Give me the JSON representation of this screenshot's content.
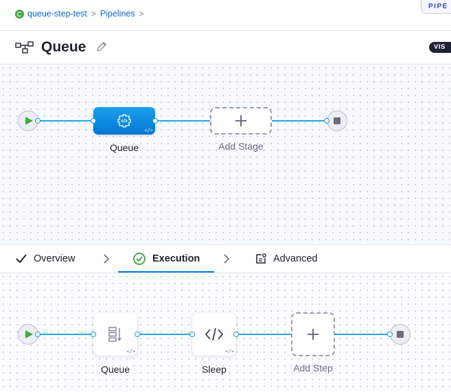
{
  "breadcrumb": {
    "project": "queue-step-test",
    "separator": ">",
    "section": "Pipelines",
    "trailing_separator": ">"
  },
  "header_tag": "PIPE",
  "title": {
    "text": "Queue",
    "icon": "pipeline-icon",
    "edit_icon": "pencil-icon"
  },
  "visual_toggle": "VIS",
  "stage_canvas": {
    "start_icon": "play-icon",
    "end_icon": "stop-icon",
    "stages": [
      {
        "label": "Queue",
        "icon": "custom-stage-icon",
        "badge": "</>"
      }
    ],
    "add_stage_label": "Add Stage"
  },
  "tabs": [
    {
      "label": "Overview",
      "icon": "checkmark-icon"
    },
    {
      "label": "Execution",
      "icon": "check-circle-icon",
      "active": true
    },
    {
      "label": "Advanced",
      "icon": "advanced-settings-icon"
    }
  ],
  "step_canvas": {
    "start_icon": "play-icon",
    "end_icon": "stop-icon",
    "steps": [
      {
        "label": "Queue",
        "icon": "queue-icon",
        "badge": "</>"
      },
      {
        "label": "Sleep",
        "icon": "code-icon",
        "badge": "</>"
      }
    ],
    "add_step_label": "Add Step"
  },
  "colors": {
    "accent": "#0278d5",
    "connector": "#22a8e5",
    "start_green": "#42ab45",
    "link": "#0b6ac9"
  }
}
